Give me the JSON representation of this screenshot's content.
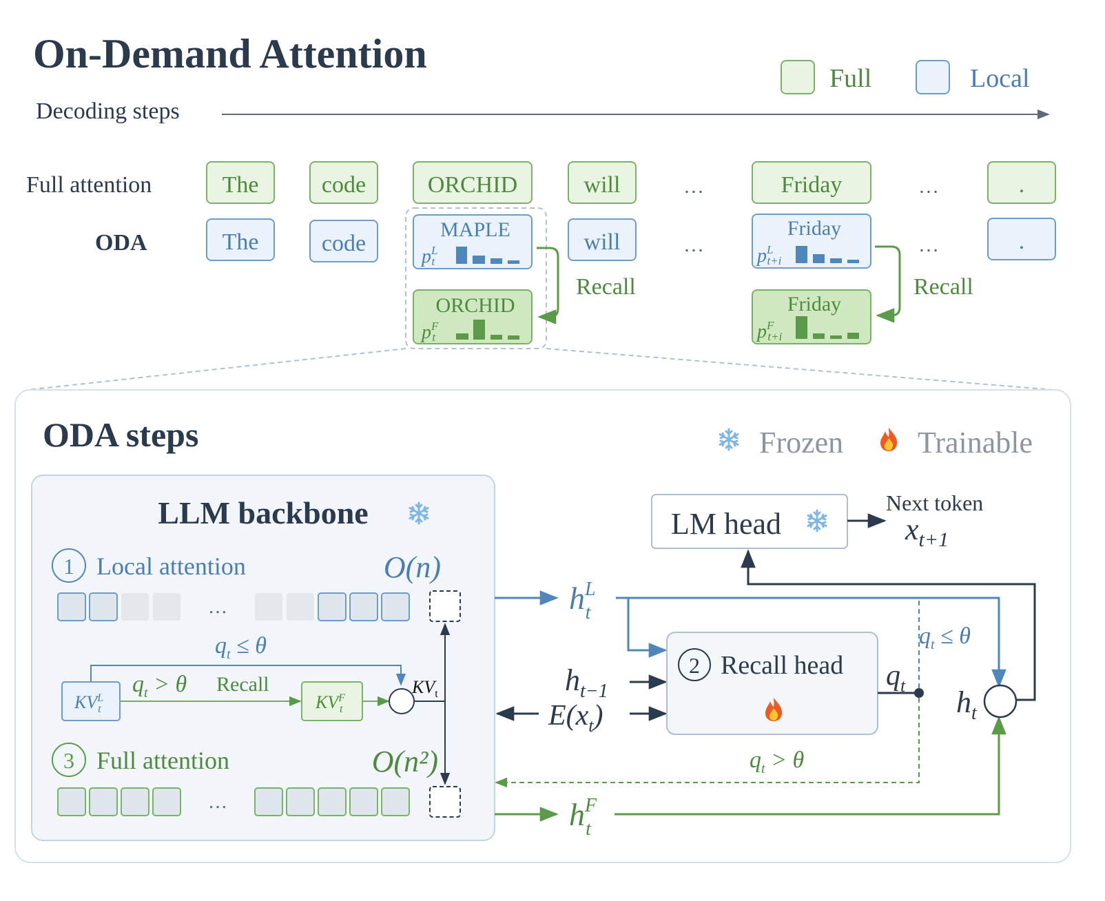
{
  "title": "On-Demand Attention",
  "legend": {
    "full": "Full",
    "local": "Local"
  },
  "decoding_steps": "Decoding steps",
  "rows": {
    "full": "Full attention",
    "oda": "ODA"
  },
  "full_tokens": [
    "The",
    "code",
    "ORCHID",
    "will",
    "Friday",
    "."
  ],
  "oda_tokens": [
    "The",
    "code",
    "MAPLE",
    "will",
    "Friday",
    "."
  ],
  "ellipsis": "…",
  "recall_boxes": {
    "local_1": "MAPLE",
    "full_1": "ORCHID",
    "local_2": "Friday",
    "full_2": "Friday"
  },
  "prob_labels": {
    "p": "p",
    "t": "t",
    "t_plus_i": "t+i",
    "L": "L",
    "F": "F"
  },
  "recall": "Recall",
  "steps_panel": {
    "title": "ODA steps",
    "frozen": "Frozen",
    "trainable": "Trainable",
    "backbone_title": "LLM backbone",
    "step1_num": "1",
    "step1_label": "Local attention",
    "step1_complexity": "O(n)",
    "step3_num": "3",
    "step3_label": "Full attention",
    "step3_complexity": "O(n²)",
    "cond_low": "q_t ≤ θ",
    "cond_high": "q_t > θ",
    "recall_small": "Recall",
    "kv_local": "KV_t^L",
    "kv_full": "KV_t^F",
    "kv_t": "KV_t",
    "lm_head": "LM head",
    "next_token": "Next token",
    "x_next": "x_{t+1}",
    "h_local": "h_t^L",
    "h_full": "h_t^F",
    "h_prev": "h_{t−1}",
    "e_xt": "E(x_t)",
    "recall_head_num": "2",
    "recall_head": "Recall head",
    "q_t": "q_t",
    "h_t": "h_t"
  },
  "colors": {
    "title": "#2b3a4d",
    "full_fill": "#eaf4e2",
    "full_stroke": "#7ab368",
    "full_text": "#4e8a3e",
    "full_dark_fill": "#cfe8c0",
    "local_fill": "#eaf3fb",
    "local_stroke": "#6d9cc9",
    "local_text": "#4a7eb0",
    "panel_stroke": "#cfdbe6",
    "gray_text": "#8b96a1"
  },
  "icons": {
    "frozen": "snowflake-icon",
    "trainable": "fire-icon"
  }
}
